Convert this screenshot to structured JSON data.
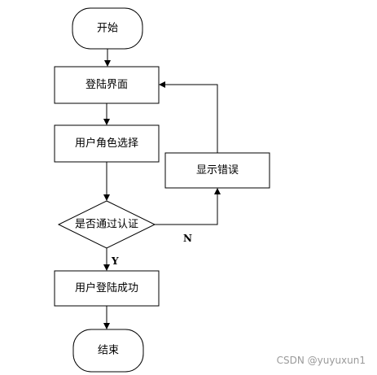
{
  "flowchart": {
    "nodes": {
      "start": "开始",
      "login_page": "登陆界面",
      "select_role": "用户角色选择",
      "auth_check": "是否通过认证",
      "login_success": "用户登陆成功",
      "end": "结束",
      "show_error": "显示错误"
    },
    "edges": {
      "no_label": "N",
      "yes_label": "Y"
    }
  },
  "watermark": "CSDN @yuyuxun1"
}
